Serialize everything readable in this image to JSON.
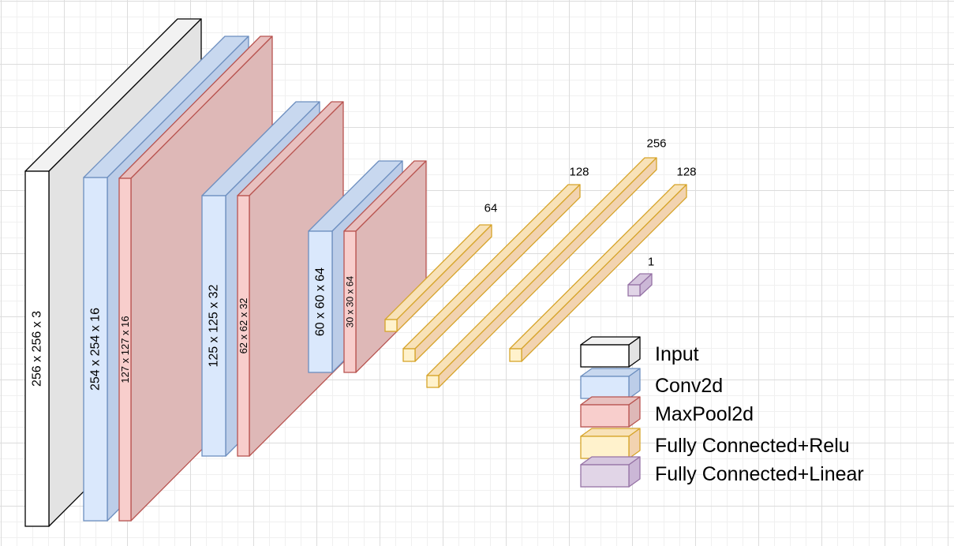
{
  "colors": {
    "input": {
      "front": "#ffffff",
      "top": "#f2f2f2",
      "side": "#e3e3e3",
      "stroke": "#000000"
    },
    "conv": {
      "front": "#dae8fc",
      "top": "#c8d8ef",
      "side": "#bccde8",
      "stroke": "#6c8ebf"
    },
    "pool": {
      "front": "#f8cecc",
      "top": "#e8c0bf",
      "side": "#deb8b7",
      "stroke": "#b85450"
    },
    "fc": {
      "front": "#fff2cc",
      "top": "#f8e2b8",
      "side": "#f2d3b0",
      "stroke": "#d6a42a"
    },
    "out": {
      "front": "#e1d5e7",
      "top": "#d6c6de",
      "side": "#cbb7d6",
      "stroke": "#9673a6"
    }
  },
  "layers": [
    {
      "kind": "input",
      "label": "256 x 256 x 3"
    },
    {
      "kind": "conv",
      "label": "254 x 254 x 16"
    },
    {
      "kind": "pool",
      "label": "127 x 127 x 16"
    },
    {
      "kind": "conv",
      "label": "125 x 125 x 32"
    },
    {
      "kind": "pool",
      "label": "62 x 62 x 32"
    },
    {
      "kind": "conv",
      "label": "60 x 60 x 64"
    },
    {
      "kind": "pool",
      "label": "30 x 30 x 64"
    }
  ],
  "dense": [
    {
      "kind": "fc",
      "label": "64"
    },
    {
      "kind": "fc",
      "label": "128"
    },
    {
      "kind": "fc",
      "label": "256"
    },
    {
      "kind": "fc",
      "label": "128"
    },
    {
      "kind": "out",
      "label": "1"
    }
  ],
  "legend": [
    {
      "kind": "input",
      "label": "Input"
    },
    {
      "kind": "conv",
      "label": "Conv2d"
    },
    {
      "kind": "pool",
      "label": "MaxPool2d"
    },
    {
      "kind": "fc",
      "label": "Fully Connected+Relu"
    },
    {
      "kind": "out",
      "label": "Fully Connected+Linear"
    }
  ]
}
